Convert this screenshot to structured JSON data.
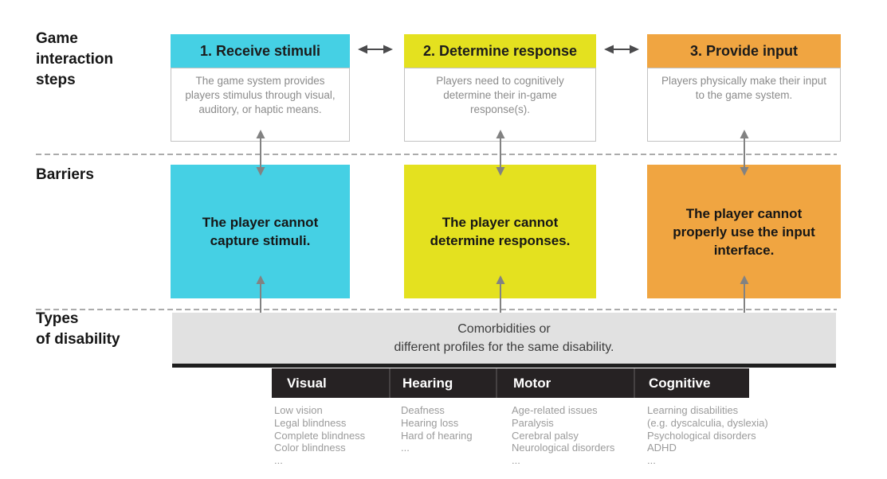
{
  "row_labels": {
    "steps": "Game\ninteraction\nsteps",
    "barriers": "Barriers",
    "types": "Types\nof disability"
  },
  "columns": [
    {
      "step_label": "1. Receive stimuli",
      "description": "The game system provides players stimulus through visual, auditory, or haptic means.",
      "barrier": "The player cannot capture stimuli.",
      "color": "#45D0E4"
    },
    {
      "step_label": "2. Determine response",
      "description": "Players need to cognitively determine their in-game response(s).",
      "barrier": "The player cannot determine responses.",
      "color": "#E4E11F"
    },
    {
      "step_label": "3. Provide input",
      "description": "Players physically make their input to the game system.",
      "barrier": "The player cannot properly use the input interface.",
      "color": "#F0A541"
    }
  ],
  "comorbidities_box": {
    "text": "Comorbidities or\ndifferent profiles for the same disability."
  },
  "disability_categories": [
    {
      "label": "Visual",
      "items": [
        "Low vision",
        "Legal blindness",
        "Complete blindness",
        "Color blindness",
        "..."
      ]
    },
    {
      "label": "Hearing",
      "items": [
        "Deafness",
        "Hearing loss",
        "Hard of hearing",
        "..."
      ]
    },
    {
      "label": "Motor",
      "items": [
        "Age-related issues",
        "Paralysis",
        "Cerebral palsy",
        "Neurological disorders",
        "..."
      ]
    },
    {
      "label": "Cognitive",
      "items": [
        "Learning disabilities",
        "(e.g. dyscalculia, dyslexia)",
        "Psychological disorders",
        "ADHD",
        "..."
      ]
    }
  ],
  "colors": {
    "receive_stimuli": "#45D0E4",
    "determine_response": "#E4E11F",
    "provide_input": "#F0A541",
    "comorbidity_bg": "#E1E1E1",
    "category_bar_bg": "#262223",
    "step_arrow": "#4B4B4D",
    "flow_arrow": "#828282",
    "dashed_divider": "#ABABAB"
  }
}
